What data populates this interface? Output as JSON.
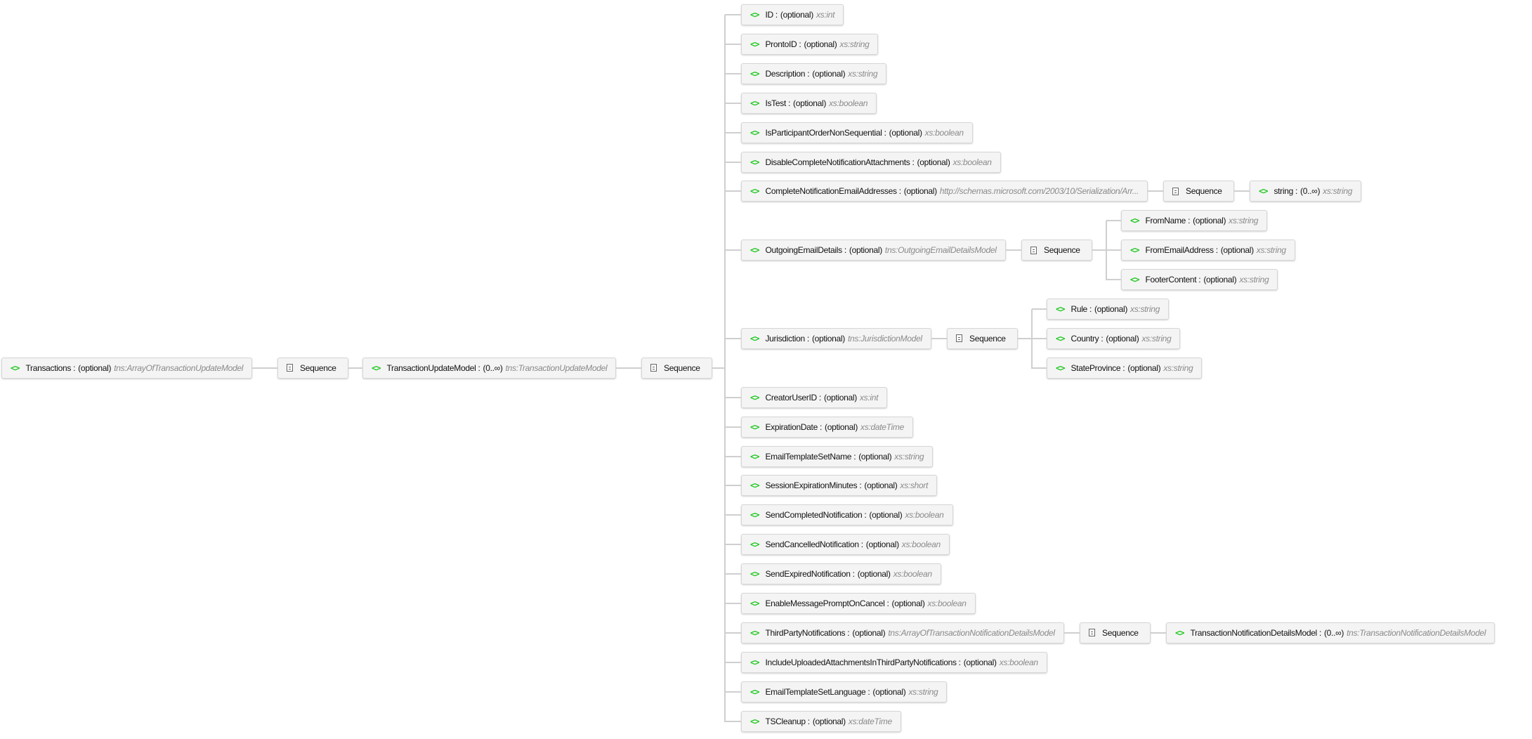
{
  "diagram": {
    "root": {
      "name": "Transactions",
      "occurs": "(optional)",
      "type": "tns:ArrayOfTransactionUpdateModel"
    },
    "root_sequence": "Sequence",
    "model": {
      "name": "TransactionUpdateModel",
      "occurs": "(0..∞)",
      "type": "tns:TransactionUpdateModel"
    },
    "model_sequence": "Sequence",
    "fields": [
      {
        "name": "ID",
        "occurs": "(optional)",
        "type": "xs:int"
      },
      {
        "name": "ProntoID",
        "occurs": "(optional)",
        "type": "xs:string"
      },
      {
        "name": "Description",
        "occurs": "(optional)",
        "type": "xs:string"
      },
      {
        "name": "IsTest",
        "occurs": "(optional)",
        "type": "xs:boolean"
      },
      {
        "name": "IsParticipantOrderNonSequential",
        "occurs": "(optional)",
        "type": "xs:boolean"
      },
      {
        "name": "DisableCompleteNotificationAttachments",
        "occurs": "(optional)",
        "type": "xs:boolean"
      },
      {
        "name": "CompleteNotificationEmailAddresses",
        "occurs": "(optional)",
        "type": "http://schemas.microsoft.com/2003/10/Serialization/Arr...",
        "sequence": "Sequence",
        "children": [
          {
            "name": "string",
            "occurs": "(0..∞)",
            "type": "xs:string"
          }
        ]
      },
      {
        "name": "OutgoingEmailDetails",
        "occurs": "(optional)",
        "type": "tns:OutgoingEmailDetailsModel",
        "sequence": "Sequence",
        "children": [
          {
            "name": "FromName",
            "occurs": "(optional)",
            "type": "xs:string"
          },
          {
            "name": "FromEmailAddress",
            "occurs": "(optional)",
            "type": "xs:string"
          },
          {
            "name": "FooterContent",
            "occurs": "(optional)",
            "type": "xs:string"
          }
        ]
      },
      {
        "name": "Jurisdiction",
        "occurs": "(optional)",
        "type": "tns:JurisdictionModel",
        "sequence": "Sequence",
        "children": [
          {
            "name": "Rule",
            "occurs": "(optional)",
            "type": "xs:string"
          },
          {
            "name": "Country",
            "occurs": "(optional)",
            "type": "xs:string"
          },
          {
            "name": "StateProvince",
            "occurs": "(optional)",
            "type": "xs:string"
          }
        ]
      },
      {
        "name": "CreatorUserID",
        "occurs": "(optional)",
        "type": "xs:int"
      },
      {
        "name": "ExpirationDate",
        "occurs": "(optional)",
        "type": "xs:dateTime"
      },
      {
        "name": "EmailTemplateSetName",
        "occurs": "(optional)",
        "type": "xs:string"
      },
      {
        "name": "SessionExpirationMinutes",
        "occurs": "(optional)",
        "type": "xs:short"
      },
      {
        "name": "SendCompletedNotification",
        "occurs": "(optional)",
        "type": "xs:boolean"
      },
      {
        "name": "SendCancelledNotification",
        "occurs": "(optional)",
        "type": "xs:boolean"
      },
      {
        "name": "SendExpiredNotification",
        "occurs": "(optional)",
        "type": "xs:boolean"
      },
      {
        "name": "EnableMessagePromptOnCancel",
        "occurs": "(optional)",
        "type": "xs:boolean"
      },
      {
        "name": "ThirdPartyNotifications",
        "occurs": "(optional)",
        "type": "tns:ArrayOfTransactionNotificationDetailsModel",
        "sequence": "Sequence",
        "children": [
          {
            "name": "TransactionNotificationDetailsModel",
            "occurs": "(0..∞)",
            "type": "tns:TransactionNotificationDetailsModel"
          }
        ]
      },
      {
        "name": "IncludeUploadedAttachmentsInThirdPartyNotifications",
        "occurs": "(optional)",
        "type": "xs:boolean"
      },
      {
        "name": "EmailTemplateSetLanguage",
        "occurs": "(optional)",
        "type": "xs:string"
      },
      {
        "name": "TSCleanup",
        "occurs": "(optional)",
        "type": "xs:dateTime"
      }
    ],
    "colors": {
      "element_icon": "#1fc81f",
      "type_text": "#8a8a8a",
      "connector": "#cfcfcf"
    }
  }
}
